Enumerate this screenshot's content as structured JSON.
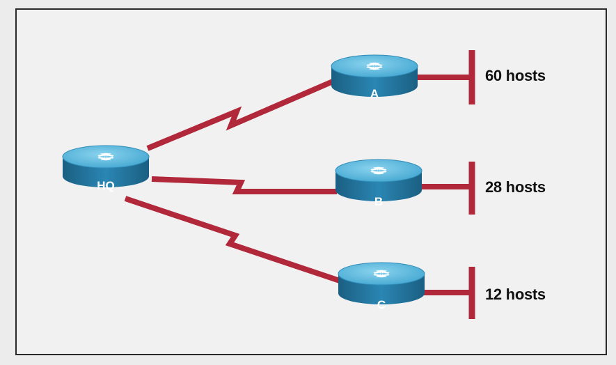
{
  "routers": {
    "hq": {
      "label": "HQ"
    },
    "a": {
      "label": "A"
    },
    "b": {
      "label": "B"
    },
    "c": {
      "label": "C"
    }
  },
  "lans": {
    "a": {
      "hosts_label": "60 hosts"
    },
    "b": {
      "hosts_label": "28 hosts"
    },
    "c": {
      "hosts_label": "12 hosts"
    }
  },
  "colors": {
    "link": "#b0283a",
    "router_top": "#5ab6dc",
    "router_side": "#1f6f95",
    "frame_border": "#2a2a2a"
  },
  "icons": {
    "router": "router-icon"
  }
}
